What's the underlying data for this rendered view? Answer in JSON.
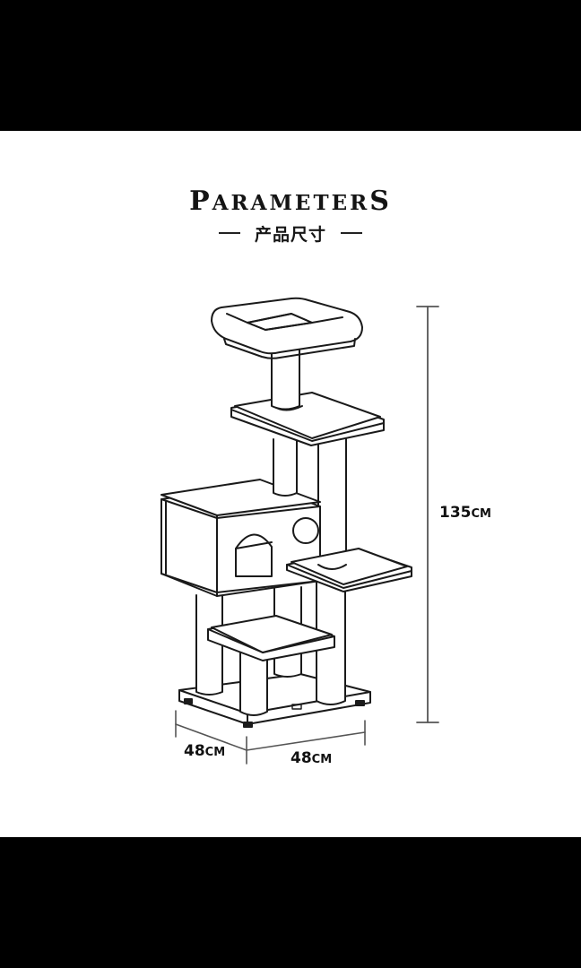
{
  "header": {
    "title_first": "P",
    "title_rest": "ARAMETER",
    "title_last": "S",
    "title_full": "PARAMETERS",
    "subtitle": "产品尺寸"
  },
  "product": {
    "type": "cat tree",
    "components": [
      "top perch bed",
      "upper platform",
      "condo box with arched door and round window",
      "middle side platform",
      "lower step platform",
      "scratching posts",
      "base plate"
    ]
  },
  "dimensions": {
    "height": {
      "value": "135",
      "unit": "CM"
    },
    "depth": {
      "value": "48",
      "unit": "CM"
    },
    "width": {
      "value": "48",
      "unit": "CM"
    }
  },
  "colors": {
    "band": "#000000",
    "background": "#ffffff",
    "line": "#1a1a1a",
    "dimension_line": "#555555"
  }
}
